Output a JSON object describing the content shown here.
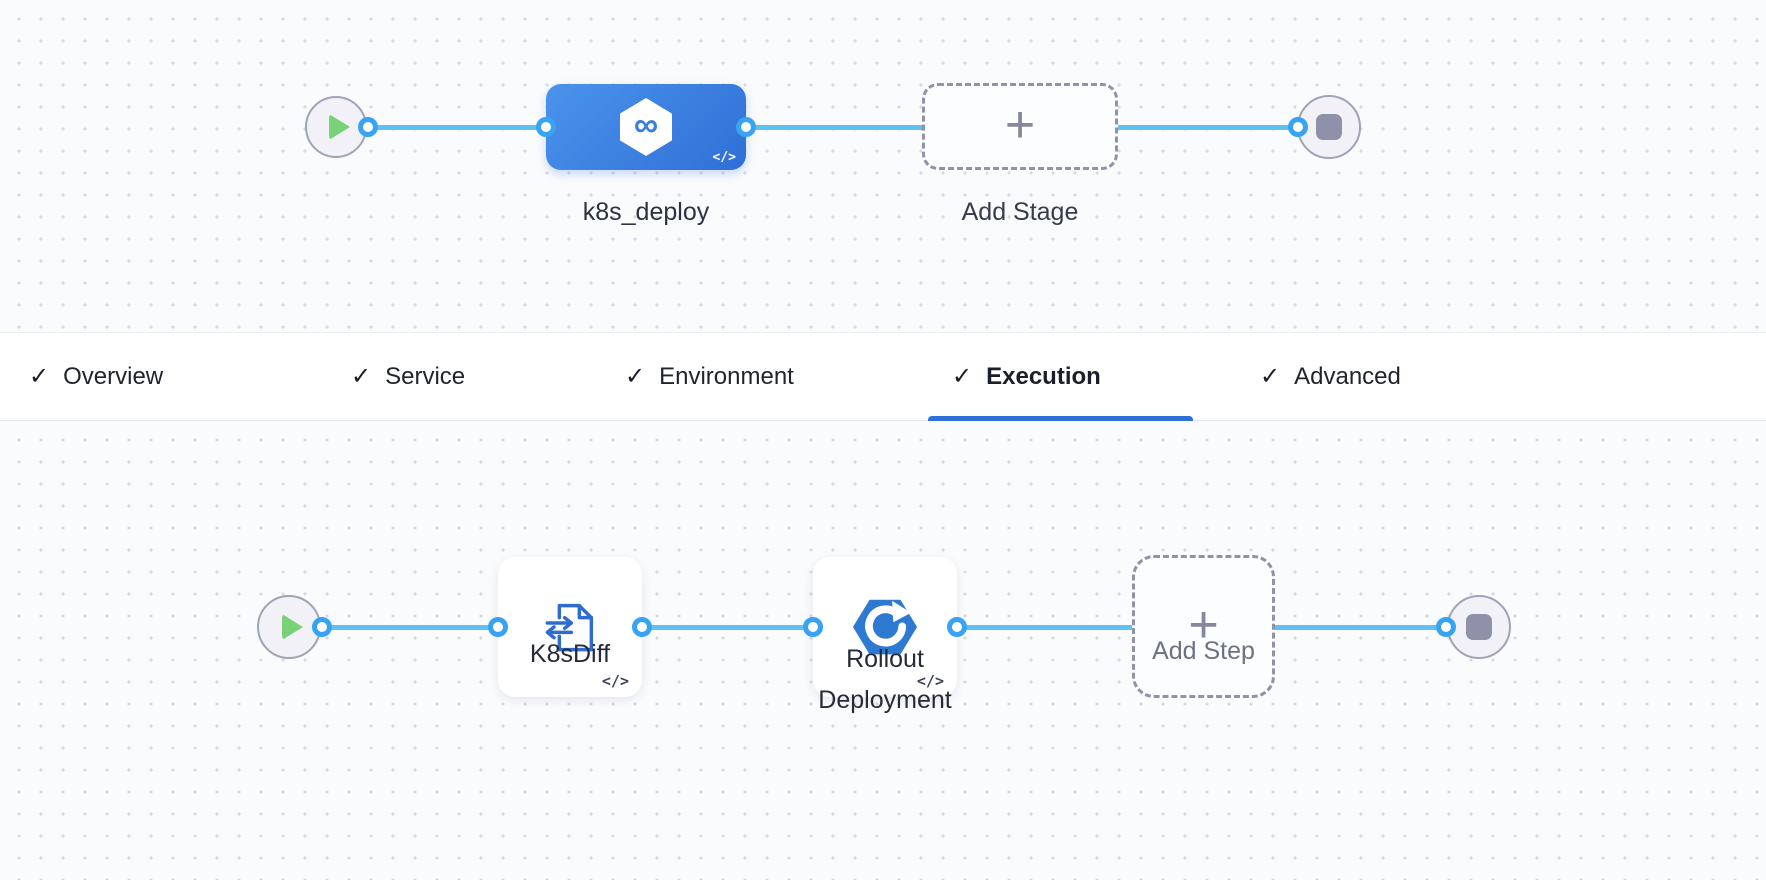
{
  "stage_canvas": {
    "stage": {
      "name": "k8s_deploy"
    },
    "add_stage": {
      "label": "Add Stage"
    }
  },
  "config_tabs": {
    "tabs": [
      {
        "label": "Overview",
        "completed": true,
        "active": false
      },
      {
        "label": "Service",
        "completed": true,
        "active": false
      },
      {
        "label": "Environment",
        "completed": true,
        "active": false
      },
      {
        "label": "Execution",
        "completed": true,
        "active": true
      },
      {
        "label": "Advanced",
        "completed": true,
        "active": false
      }
    ],
    "active_tab": "Execution"
  },
  "execution_canvas": {
    "steps": [
      {
        "name": "K8sDiff"
      },
      {
        "name": "Rollout Deployment"
      }
    ],
    "add_step": {
      "label": "Add Step"
    }
  },
  "icons": {
    "check_glyph": "✓",
    "plus_glyph": "+",
    "infinity_glyph": "∞",
    "code_glyph": "</>"
  },
  "colors": {
    "edge_blue": "#5ec1f1",
    "port_blue": "#38a3f2",
    "stage_blue_gradient_start": "#4b93ec",
    "stage_blue_gradient_end": "#2f6fd6",
    "active_tab_underline": "#2f70d8",
    "play_green": "#79d178",
    "stop_gray": "#8e91a7",
    "label_dark": "#2e3140",
    "label_muted": "#6e7183"
  }
}
